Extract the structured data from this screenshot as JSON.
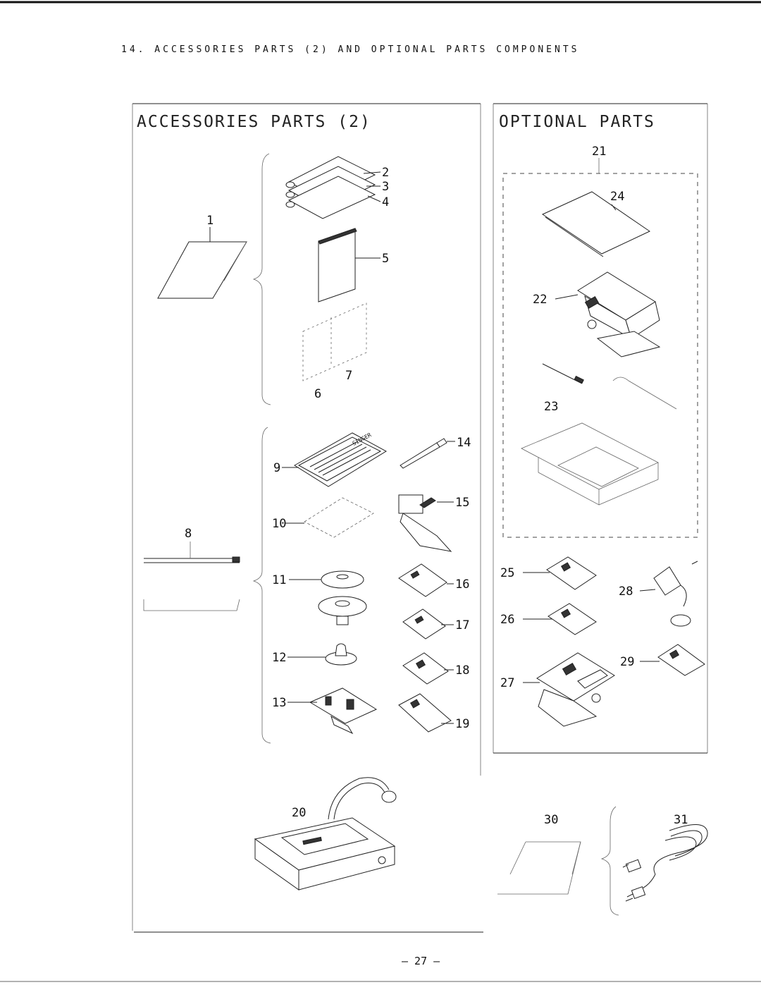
{
  "heading": "14. ACCESSORIES PARTS (2) AND OPTIONAL PARTS COMPONENTS",
  "panels": {
    "accessories_title": "ACCESSORIES PARTS (2)",
    "optional_title": "OPTIONAL PARTS"
  },
  "callouts": {
    "n1": "1",
    "n2": "2",
    "n3": "3",
    "n4": "4",
    "n5": "5",
    "n6": "6",
    "n7": "7",
    "n8": "8",
    "n9": "9",
    "n10": "10",
    "n11": "11",
    "n12": "12",
    "n13": "13",
    "n14": "14",
    "n15": "15",
    "n16": "16",
    "n17": "17",
    "n18": "18",
    "n19": "19",
    "n20": "20",
    "n21": "21",
    "n22": "22",
    "n23": "23",
    "n24": "24",
    "n25": "25",
    "n26": "26",
    "n27": "27",
    "n28": "28",
    "n29": "29",
    "n30": "30",
    "n31": "31"
  },
  "needle_pack_brand": "SINGER",
  "page_number": "– 27 –"
}
